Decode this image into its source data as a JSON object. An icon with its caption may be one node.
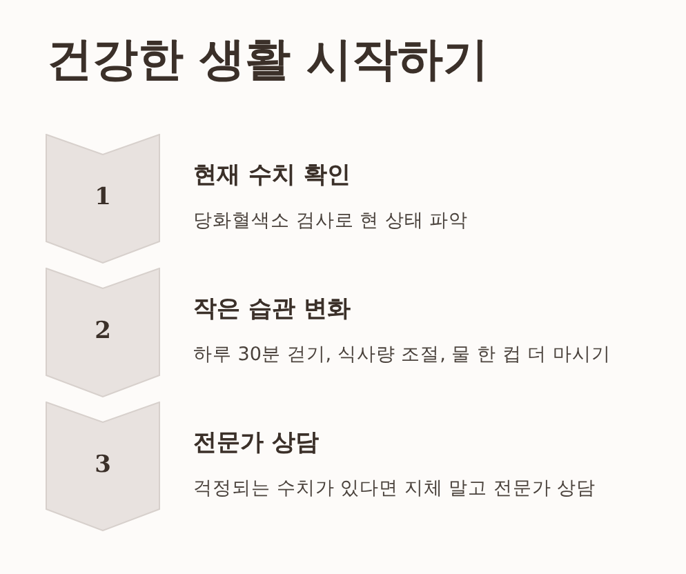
{
  "diagram": {
    "title": "건강한 생활 시작하기",
    "nodes": [
      {
        "text": [
          "1"
        ],
        "beside": [
          "현재 수치 확인",
          "당화혈색소 검사로 현 상태 파악"
        ]
      },
      {
        "text": [
          "2"
        ],
        "beside": [
          "작은 습관 변화",
          "하루 30분 걷기, 식사량 조절, 물 한 컵 더 마시기"
        ]
      },
      {
        "text": [
          "3"
        ],
        "beside": [
          "전문가 상담",
          "걱정되는 수치가 있다면 지체 말고 전문가 상담"
        ]
      }
    ]
  }
}
